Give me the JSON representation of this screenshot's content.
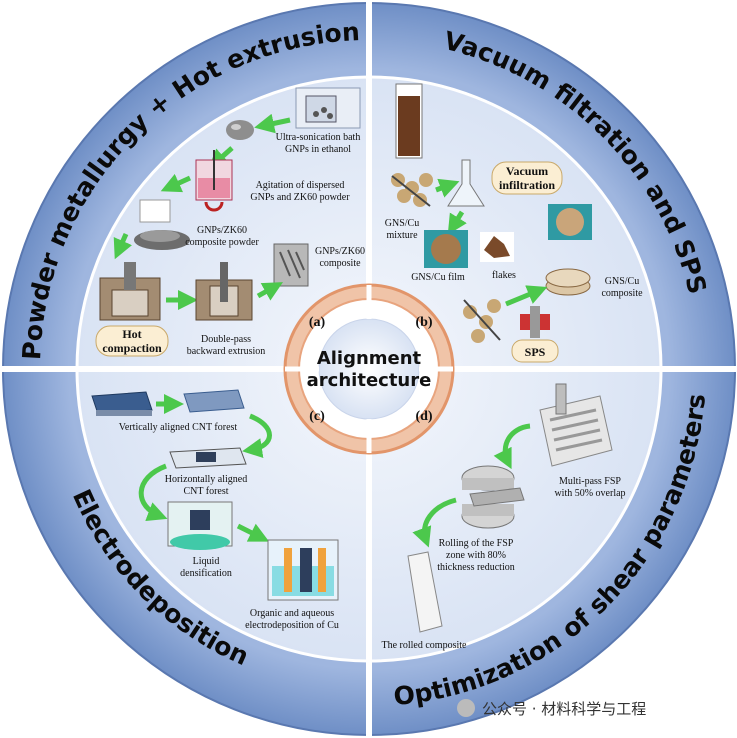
{
  "center": {
    "line1": "Alignment",
    "line2": "architecture"
  },
  "quadrant_letters": {
    "a": "(a)",
    "b": "(b)",
    "c": "(c)",
    "d": "(d)"
  },
  "ring_titles": {
    "top_left": "Powder metallurgy + Hot extrusion",
    "top_right": "Vacuum filtration and SPS",
    "bottom_left": "Electrodeposition",
    "bottom_right": "Optimization of shear parameters"
  },
  "quadrant_a": {
    "ultrasonication_1": "Ultra-sonication bath",
    "ultrasonication_2": "GNPs in ethanol",
    "agitation_1": "Agitation of dispersed",
    "agitation_2": "GNPs and ZK60 powder",
    "composite_powder_1": "GNPs/ZK60",
    "composite_powder_2": "composite powder",
    "composite_1": "GNPs/ZK60",
    "composite_2": "composite",
    "hot_compaction_1": "Hot",
    "hot_compaction_2": "compaction",
    "double_pass_1": "Double-pass",
    "double_pass_2": "backward extrusion"
  },
  "quadrant_b": {
    "gns_cu_mixture_1": "GNS/Cu",
    "gns_cu_mixture_2": "mixture",
    "vacuum_1": "Vacuum",
    "vacuum_2": "infiltration",
    "gns_cu_film": "GNS/Cu film",
    "flakes": "flakes",
    "gns_cu_composite_1": "GNS/Cu",
    "gns_cu_composite_2": "composite",
    "sps": "SPS"
  },
  "quadrant_c": {
    "vertically_aligned": "Vertically aligned CNT forest",
    "horizontally_1": "Horizontally aligned",
    "horizontally_2": "CNT forest",
    "liquid_1": "Liquid",
    "liquid_2": "densification",
    "organic_1": "Organic and aqueous",
    "organic_2": "electrodeposition of Cu"
  },
  "quadrant_d": {
    "multipass_1": "Multi-pass FSP",
    "multipass_2": "with 50% overlap",
    "rolling_1": "Rolling of the FSP",
    "rolling_2": "zone with 80%",
    "rolling_3": "thickness reduction",
    "rolled": "The rolled composite"
  },
  "watermark": "公众号 · 材料科学与工程",
  "colors": {
    "outer_ring_dark": "#7d9bcd",
    "outer_ring_light": "#a9bfe3",
    "inner_disc": "#dde6f5",
    "quadrant_bg": "#edf2fa",
    "hub_ring": "#e8a47e",
    "hub_center": "#f4f7fc",
    "arrow_green": "#4cc84c",
    "label_box": "#fbeed3"
  }
}
